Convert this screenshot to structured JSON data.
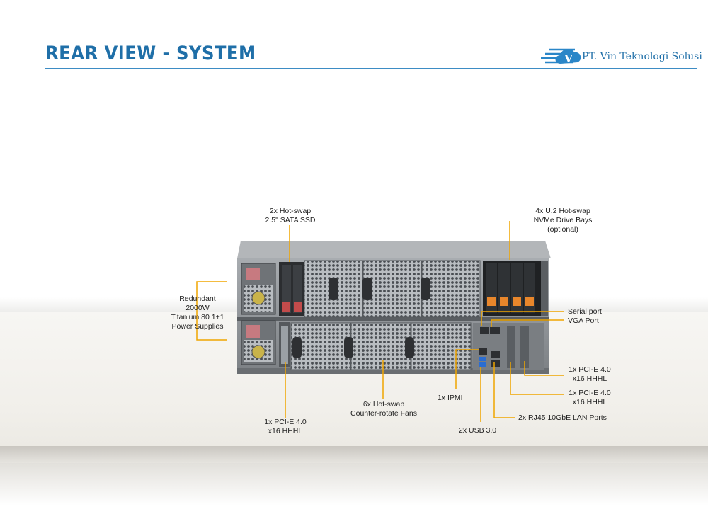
{
  "header": {
    "title": "REAR VIEW - SYSTEM",
    "logo_text": "PT. Vin Teknologi Solusi",
    "logo_letter": "V"
  },
  "colors": {
    "title": "#1f6fa8",
    "callout_line": "#f0a500",
    "chassis": "#8e9296"
  },
  "callouts": {
    "sata_ssd": {
      "line1": "2x Hot-swap",
      "line2": "2.5\" SATA SSD"
    },
    "nvme": {
      "line1": "4x U.2 Hot-swap",
      "line2": "NVMe Drive Bays",
      "line3": "(optional)"
    },
    "psu": {
      "line1": "Redundant",
      "line2": "2000W",
      "line3": "Titanium 80 1+1",
      "line4": "Power Supplies"
    },
    "serial": "Serial port",
    "vga": "VGA Port",
    "pcie_right_1": {
      "line1": "1x PCI-E 4.0",
      "line2": "x16 HHHL"
    },
    "pcie_right_2": {
      "line1": "1x PCI-E 4.0",
      "line2": "x16 HHHL"
    },
    "ipmi": "1x IPMI",
    "lan": "2x RJ45 10GbE LAN Ports",
    "usb": "2x USB 3.0",
    "fans": {
      "line1": "6x Hot-swap",
      "line2": "Counter-rotate Fans"
    },
    "pcie_left": {
      "line1": "1x PCI-E 4.0",
      "line2": "x16 HHHL"
    }
  }
}
